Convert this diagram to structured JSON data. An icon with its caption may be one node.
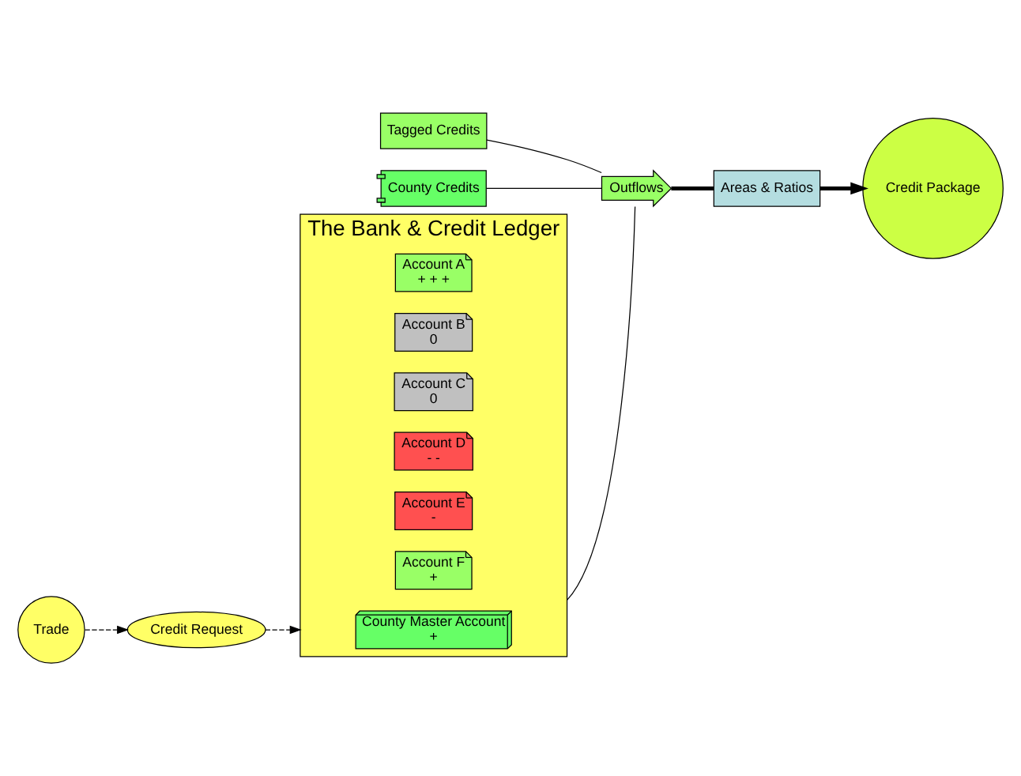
{
  "diagram": {
    "nodes": [
      {
        "text": [
          "The Bank & Credit Ledger"
        ]
      },
      {
        "text": [
          "Account A",
          "+ + +"
        ],
        "in": 0
      },
      {
        "text": [
          "Account B",
          "0"
        ],
        "in": 0
      },
      {
        "text": [
          "Account C",
          "0"
        ],
        "in": 0
      },
      {
        "text": [
          "Account D",
          "- -"
        ],
        "in": 0
      },
      {
        "text": [
          "Account E",
          "-"
        ],
        "in": 0
      },
      {
        "text": [
          "Account F",
          "+"
        ],
        "in": 0
      },
      {
        "text": [
          "County Master Account",
          "+"
        ],
        "in": 0
      },
      {
        "text": [
          "Credit Request"
        ]
      },
      {
        "text": [
          "Tagged Credits"
        ]
      },
      {
        "text": [
          "Outflows"
        ]
      },
      {
        "text": [
          "County Credits"
        ]
      },
      {
        "text": [
          "Areas & Ratios"
        ]
      },
      {
        "text": [
          "Credit Package"
        ]
      },
      {
        "text": [
          "Trade"
        ]
      }
    ],
    "edges": [
      {
        "from": 0,
        "to": 10,
        "arrow": "none"
      },
      {
        "from": 8,
        "to": 0,
        "arrow": "to",
        "style": "dashed"
      },
      {
        "from": 9,
        "to": 10,
        "arrow": "none"
      },
      {
        "from": 11,
        "to": 10,
        "arrow": "none"
      },
      {
        "from": 10,
        "to": 12,
        "arrow": "none",
        "style": "thick"
      },
      {
        "from": 12,
        "to": 13,
        "arrow": "to",
        "style": "thick"
      },
      {
        "from": 14,
        "to": 8,
        "arrow": "to",
        "style": "dashed"
      }
    ]
  }
}
